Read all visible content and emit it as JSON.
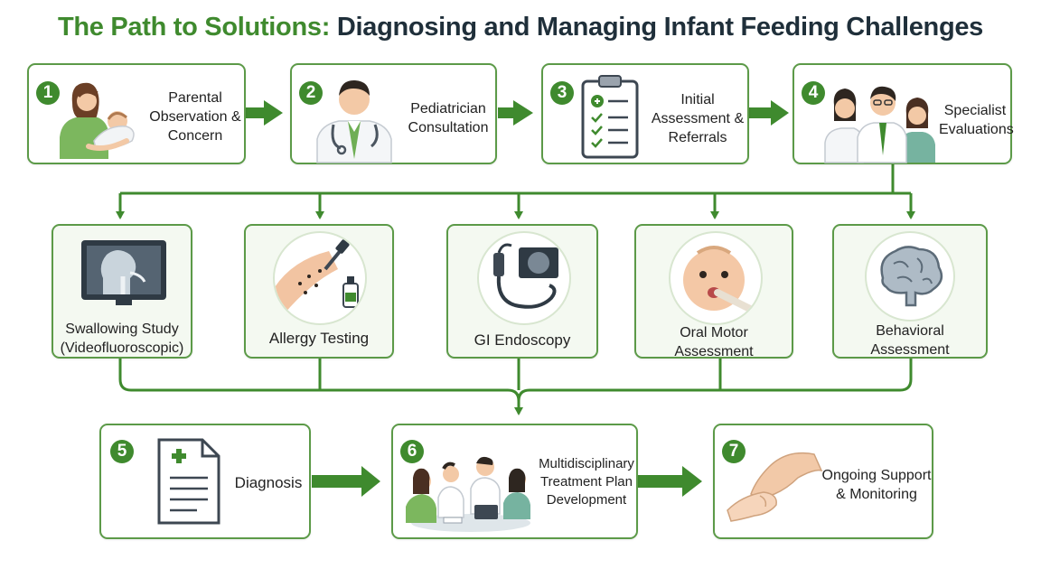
{
  "title": {
    "part1": "The Path to Solutions:",
    "part2": "Diagnosing and Managing Infant Feeding Challenges"
  },
  "top_steps": [
    {
      "number": "1",
      "label": "Parental\nObservation &\nConcern"
    },
    {
      "number": "2",
      "label": "Pediatrician\nConsultation"
    },
    {
      "number": "3",
      "label": "Initial\nAssessment &\nReferrals"
    },
    {
      "number": "4",
      "label": "Specialist\nEvaluations"
    }
  ],
  "evaluations": [
    {
      "label": "Swallowing Study\n(Videofluoroscopic)"
    },
    {
      "label": "Allergy Testing"
    },
    {
      "label": "GI Endoscopy"
    },
    {
      "label": "Oral Motor\nAssessment"
    },
    {
      "label": "Behavioral\nAssessment"
    }
  ],
  "bottom_steps": [
    {
      "number": "5",
      "label": "Diagnosis"
    },
    {
      "number": "6",
      "label": "Multidisciplinary\nTreatment Plan\nDevelopment"
    },
    {
      "number": "7",
      "label": "Ongoing Support\n& Monitoring"
    }
  ],
  "colors": {
    "accent": "#3f8a2e",
    "border": "#5c9a48",
    "title_dark": "#1f2f3a"
  }
}
